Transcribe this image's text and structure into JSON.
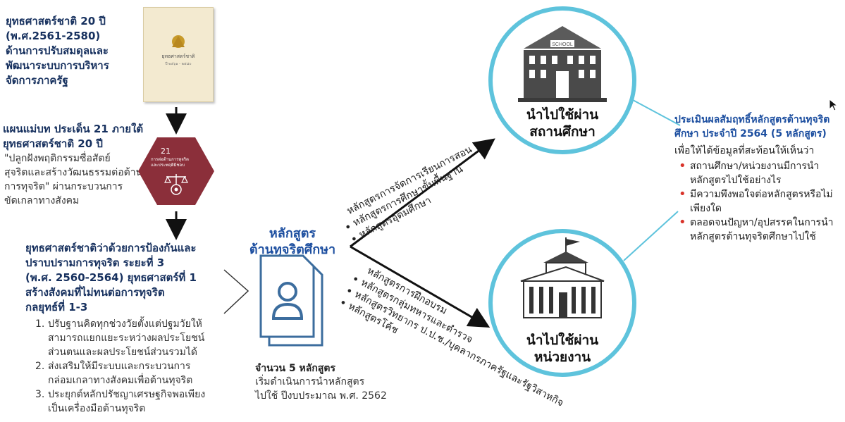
{
  "strategy": {
    "title": "ยุทธศาสตร์ชาติ 20 ปี\n(พ.ศ.2561-2580)\nด้านการปรับสมดุลและ\nพัฒนาระบบการบริหาร\nจัดการภาครัฐ",
    "book_title": "ยุทธศาสตร์ชาติ",
    "book_sub": "ปี ๒๕๖๑ - ๒๕๘๐"
  },
  "master_plan": {
    "title": "แผนแม่บท ประเด็น 21 ภายใต้\nยุทธศาสตร์ชาติ 20 ปี",
    "desc": "\"ปลูกฝังพฤติกรรมซื่อสัตย์\nสุจริตและสร้างวัฒนธรรมต่อต้าน\nการทุจริต\" ผ่านกระบวนการ\nขัดเกลาทางสังคม",
    "hex_number": "21",
    "hex_text": "การต่อต้านการทุจริต\nและประพฤติมิชอบ"
  },
  "anti_corruption": {
    "title": "ยุทธศาสตร์ชาติว่าด้วยการป้องกันและ\nปราบปรามการทุจริต ระยะที่ 3\n(พ.ศ. 2560-2564) ยุทธศาสตร์ที่ 1\nสร้างสังคมที่ไม่ทนต่อการทุจริต\nกลยุทธ์ที่ 1-3",
    "items": [
      {
        "num": "1.",
        "text": "ปรับฐานคิดทุกช่วงวัยตั้งแต่ปฐมวัยให้\nสามารถแยกแยะระหว่างผลประโยชน์\nส่วนตนและผลประโยชน์ส่วนรวมได้"
      },
      {
        "num": "2.",
        "text": "ส่งเสริมให้มีระบบและกระบวนการ\nกล่อมเกลาทางสังคมเพื่อต้านทุจริต"
      },
      {
        "num": "3.",
        "text": "ประยุกต์หลักปรัชญาเศรษฐกิจพอเพียง\nเป็นเครื่องมือต้านทุจริต"
      }
    ]
  },
  "curriculum": {
    "title": "หลักสูตร\nต้านทุจริตศึกษา",
    "count": "จำนวน 5 หลักสูตร",
    "start": "เริ่มดำเนินการนำหลักสูตร\nไปใช้ ปีงบประมาณ พ.ศ. 2562"
  },
  "upper_branch": {
    "header": "หลักสูตรการจัดการเรียนการสอน",
    "items": [
      "หลักสูตรการศึกษาขั้นพื้นฐาน",
      "หลักสูตรอุดมศึกษา"
    ]
  },
  "lower_branch": {
    "header": "หลักสูตรการฝึกอบรม",
    "items": [
      "หลักสูตรกลุ่มทหารและตำรวจ",
      "หลักสูตรวิทยากร ป.ป.ช./บุคลากรภาครัฐและรัฐวิสาหกิจ",
      "หลักสูตรโค้ช"
    ]
  },
  "school": {
    "label": "นำไปใช้ผ่าน\nสถานศึกษา",
    "sign": "SCHOOL"
  },
  "agency": {
    "label": "นำไปใช้ผ่าน\nหน่วยงาน"
  },
  "evaluation": {
    "title": "ประเมินผลสัมฤทธิ์หลักสูตรต้านทุจริต\nศึกษา ประจำปี 2564 (5 หลักสูตร)",
    "intro": "เพื่อให้ได้ข้อมูลที่สะท้อนให้เห็นว่า",
    "items": [
      "สถานศึกษา/หน่วยงานมีการนำ\nหลักสูตรไปใช้อย่างไร",
      "มีความพึงพอใจต่อหลักสูตรหรือไม่\nเพียงใด",
      "ตลอดจนปัญหา/อุปสรรคในการนำ\nหลักสูตรต้านทุจริตศึกษาไปใช้"
    ]
  },
  "colors": {
    "accent_blue": "#1d4fa0",
    "circle": "#5ec3dc",
    "hexagon": "#8b2f3a",
    "bullet_red": "#d9342b"
  }
}
